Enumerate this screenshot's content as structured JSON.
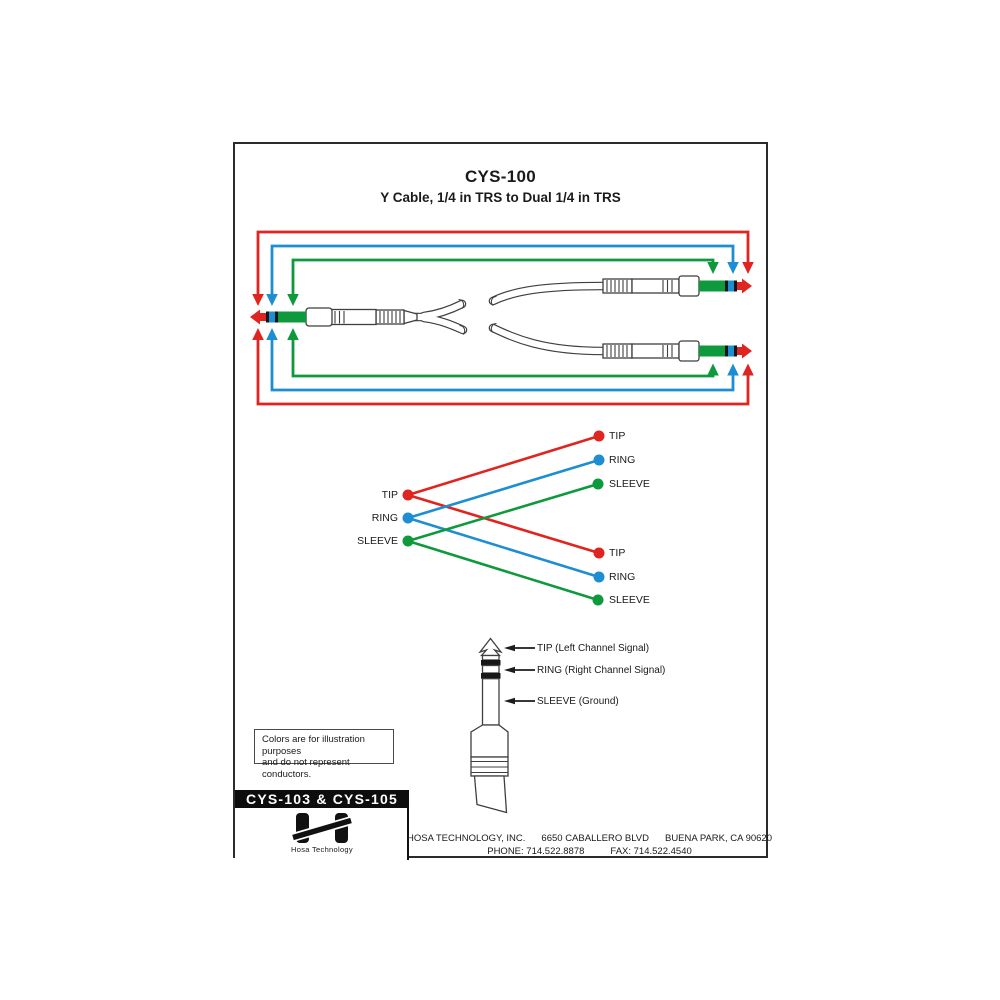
{
  "document": {
    "title": "CYS-100",
    "subtitle": "Y Cable, 1/4 in TRS to Dual 1/4 in TRS"
  },
  "colors": {
    "tip": "#e02420",
    "ring": "#1e8ed2",
    "sleeve": "#0e9a3c",
    "outline": "#3f3f3f",
    "ink": "#1a1a1a"
  },
  "cable_diagram": {
    "wire_loops": [
      {
        "signal": "TIP",
        "color": "#e02420",
        "position": "outermost"
      },
      {
        "signal": "RING",
        "color": "#1e8ed2",
        "position": "middle"
      },
      {
        "signal": "SLEEVE",
        "color": "#0e9a3c",
        "position": "innermost"
      }
    ]
  },
  "crossing_diagram": {
    "source": {
      "tip": "TIP",
      "ring": "RING",
      "sleeve": "SLEEVE"
    },
    "dest_top": {
      "tip": "TIP",
      "ring": "RING",
      "sleeve": "SLEEVE"
    },
    "dest_bottom": {
      "tip": "TIP",
      "ring": "RING",
      "sleeve": "SLEEVE"
    },
    "connections": [
      {
        "from": "TIP",
        "to": "TIP (top plug)",
        "color": "#e02420"
      },
      {
        "from": "TIP",
        "to": "TIP (bottom plug)",
        "color": "#e02420"
      },
      {
        "from": "RING",
        "to": "RING (top plug)",
        "color": "#1e8ed2"
      },
      {
        "from": "RING",
        "to": "RING (bottom plug)",
        "color": "#1e8ed2"
      },
      {
        "from": "SLEEVE",
        "to": "SLEEVE (top plug)",
        "color": "#0e9a3c"
      },
      {
        "from": "SLEEVE",
        "to": "SLEEVE (bottom plug)",
        "color": "#0e9a3c"
      }
    ]
  },
  "connector_diagram": {
    "tip": "TIP (Left Channel Signal)",
    "ring": "RING (Right Channel Signal)",
    "sleeve": "SLEEVE (Ground)"
  },
  "note": {
    "line1": "Colors are for illustration purposes",
    "line2": "and do not represent conductors."
  },
  "models_bar": {
    "label": "CYS-103 & CYS-105"
  },
  "logo": {
    "caption": "Hosa Technology"
  },
  "footer": {
    "company": "HOSA TECHNOLOGY, INC.",
    "address": "6650 CABALLERO BLVD",
    "city": "BUENA PARK, CA 90620",
    "phone": "PHONE: 714.522.8878",
    "fax": "FAX: 714.522.4540"
  }
}
